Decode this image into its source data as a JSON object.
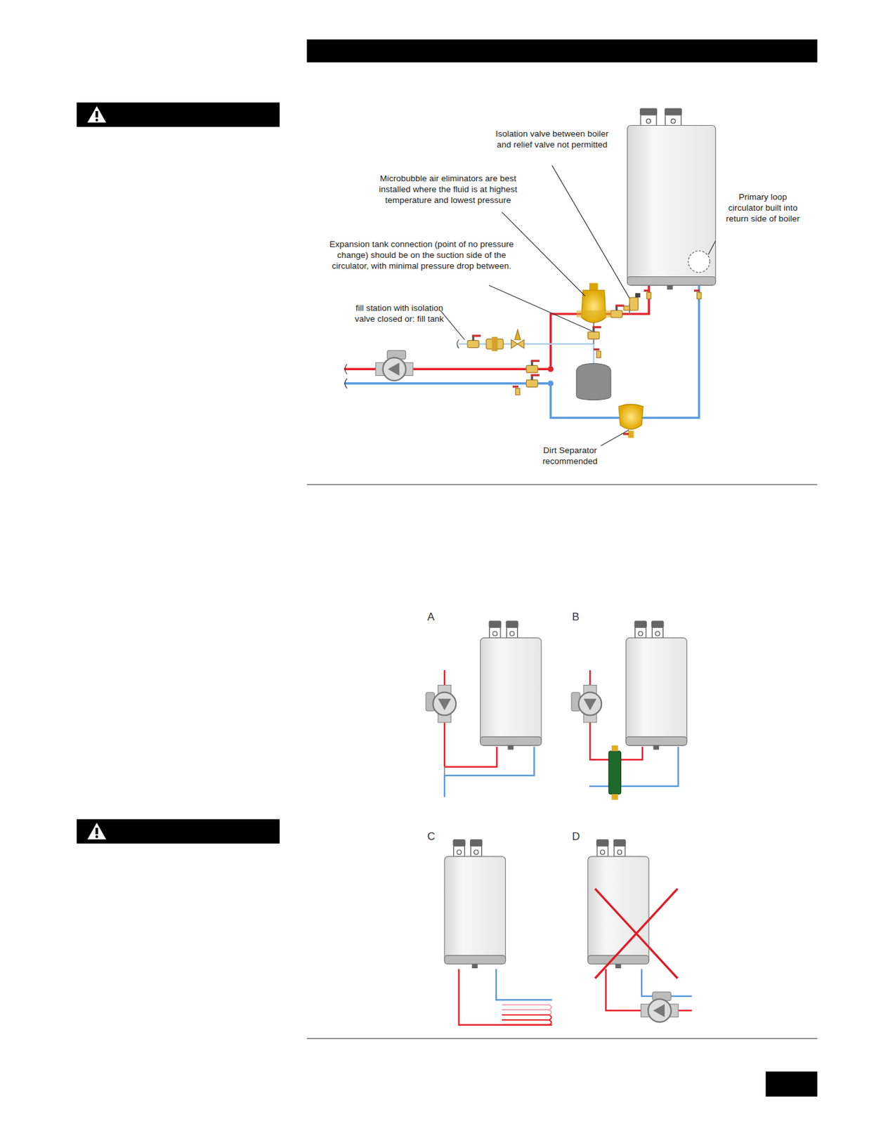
{
  "diagram": {
    "labels": [
      "Isolation valve between boiler and relief valve not permitted",
      "Microbubble air eliminators are best installed where the fluid is at highest temperature and lowest pressure",
      "Expansion tank connection (point of no pressure change) should be on the suction side of the circulator, with minimal pressure drop between.",
      "Primary loop circulator built into return side of boiler",
      "fill station with isolation valve closed or: fill tank",
      "Dirt Separator recommended",
      "A",
      "B",
      "C",
      "D"
    ]
  }
}
